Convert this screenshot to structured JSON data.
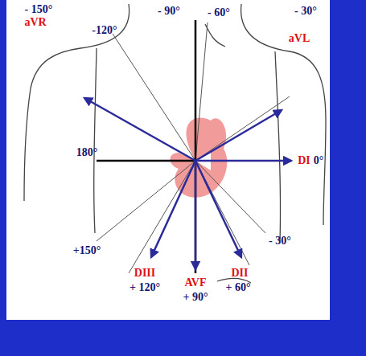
{
  "diagram": {
    "labels": [
      "- 150°",
      "aVR",
      "-120°",
      "- 90°",
      "- 60°",
      "- 30°",
      "aVL",
      "180°",
      "DI",
      "0°",
      "+150°",
      "- 30°",
      "DIII",
      "+ 120°",
      "AVF",
      "+ 90°",
      "DII",
      "+ 60°"
    ]
  }
}
